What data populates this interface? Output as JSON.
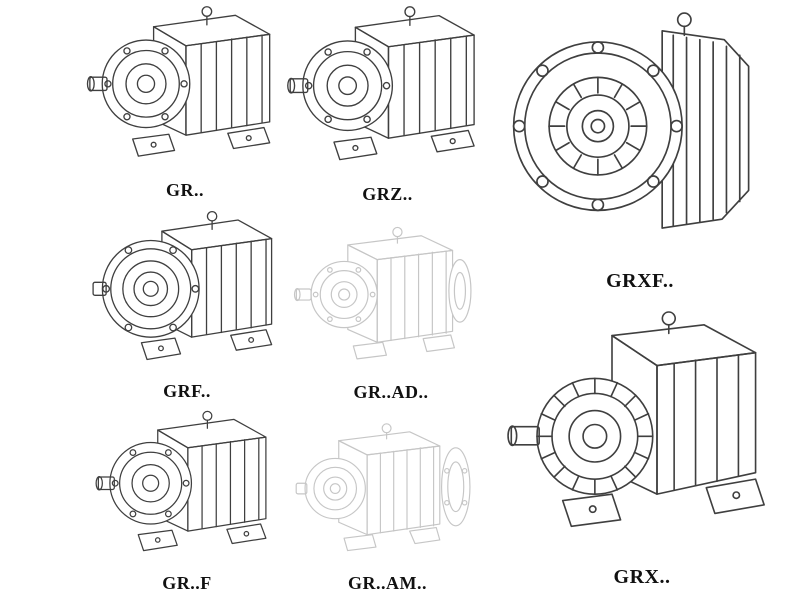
{
  "page": {
    "background": "#ffffff"
  },
  "colors": {
    "page_bg": "#ffffff",
    "line": "#3f3f3f",
    "faded_line": "#c6c6c6",
    "label": "#111111"
  },
  "models": [
    {
      "label": "GR..",
      "drawing": "foot-mounted-helical-gearbox",
      "faded": false
    },
    {
      "label": "GRZ..",
      "drawing": "foot-mounted-helical-gearbox",
      "faded": false
    },
    {
      "label": "GRXF..",
      "drawing": "flange-front-helical-gearbox",
      "faded": false
    },
    {
      "label": "GRF..",
      "drawing": "flange-mounted-helical-gearbox",
      "faded": false
    },
    {
      "label": "GR..AD..",
      "drawing": "adapter-helical-gearbox",
      "faded": true
    },
    {
      "label": "GR..F",
      "drawing": "foot-mounted-helical-gearbox",
      "faded": false
    },
    {
      "label": "GR..AM..",
      "drawing": "adapter-flange-helical-gearbox",
      "faded": true
    },
    {
      "label": "GRX..",
      "drawing": "large-foot-mounted-helical-gearbox",
      "faded": false
    }
  ]
}
